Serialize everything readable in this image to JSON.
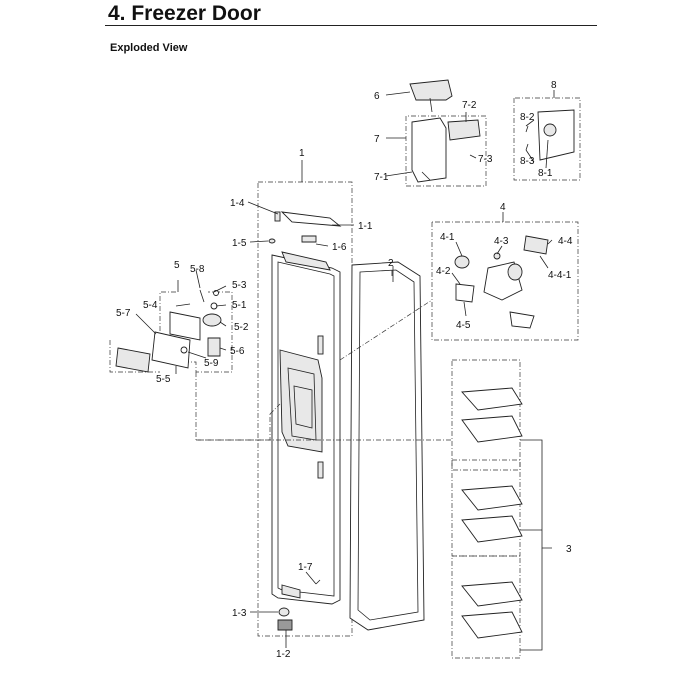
{
  "header": {
    "title": "4.  Freezer Door",
    "subtitle": "Exploded View"
  },
  "callouts": {
    "c1": "1",
    "c1_1": "1-1",
    "c1_2": "1-2",
    "c1_3": "1-3",
    "c1_4": "1-4",
    "c1_5": "1-5",
    "c1_6": "1-6",
    "c1_7": "1-7",
    "c2": "2",
    "c3": "3",
    "c4": "4",
    "c4_1": "4-1",
    "c4_2": "4-2",
    "c4_3": "4-3",
    "c4_4": "4-4",
    "c4_4_1": "4-4-1",
    "c4_5": "4-5",
    "c5": "5",
    "c5_1": "5-1",
    "c5_2": "5-2",
    "c5_3": "5-3",
    "c5_4": "5-4",
    "c5_5": "5-5",
    "c5_6": "5-6",
    "c5_7": "5-7",
    "c5_8": "5-8",
    "c5_9": "5-9",
    "c6": "6",
    "c7": "7",
    "c7_1": "7-1",
    "c7_2": "7-2",
    "c7_3": "7-3",
    "c8": "8",
    "c8_1": "8-1",
    "c8_2": "8-2",
    "c8_3": "8-3"
  }
}
